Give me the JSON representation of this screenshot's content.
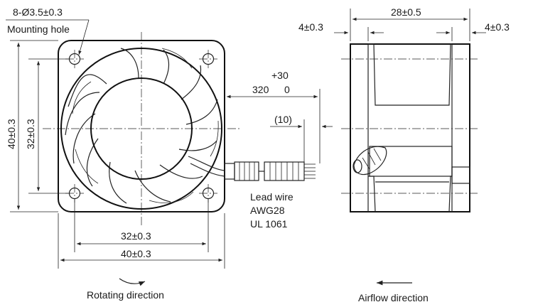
{
  "labels": {
    "hole_spec": "8-Ø3.5±0.3",
    "mounting_hole": "Mounting hole",
    "dim_outer_vertical": "40±0.3",
    "dim_inner_vertical": "32±0.3",
    "dim_inner_horizontal": "32±0.3",
    "dim_outer_horizontal": "40±0.3",
    "tol_plus": "+30",
    "wire_len": "320",
    "tol_zero": "0",
    "strip_len": "(10)",
    "lead_wire": "Lead wire",
    "awg": "AWG28",
    "ul": "UL 1061",
    "rotating_direction": "Rotating direction",
    "depth": "28±0.5",
    "left_flange": "4±0.3",
    "right_flange": "4±0.3",
    "airflow_direction": "Airflow direction"
  },
  "colors": {
    "ink": "#1a1a1a",
    "paper": "#ffffff"
  }
}
